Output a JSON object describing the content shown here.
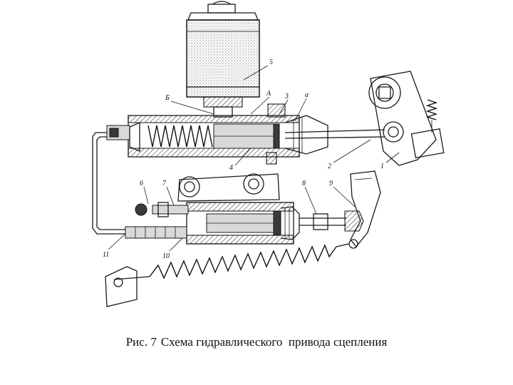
{
  "figure": {
    "labels": {
      "l1": "1",
      "l2": "2",
      "l3": "3",
      "l4": "4",
      "l5": "5",
      "l6": "6",
      "l7": "7",
      "l8": "8",
      "l9": "9",
      "l10": "10",
      "l11": "11",
      "lA": "A",
      "lB": "Б",
      "la": "а"
    }
  },
  "caption": {
    "number": "Рис. 7",
    "text": "Схема гидравлического  привода сцепления"
  }
}
